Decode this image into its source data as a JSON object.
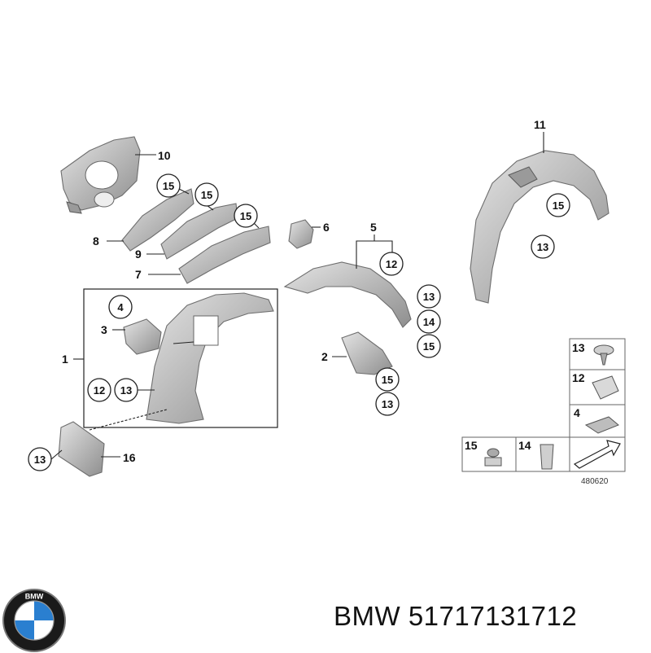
{
  "callouts": {
    "p1": "1",
    "p2": "2",
    "p3": "3",
    "p4": "4",
    "p5": "5",
    "p6": "6",
    "p7": "7",
    "p8": "8",
    "p9": "9",
    "p10": "10",
    "p11": "11",
    "p12a": "12",
    "p12b": "12",
    "p13a": "13",
    "p13b": "13",
    "p13c": "13",
    "p13d": "13",
    "p13e": "13",
    "p14": "14",
    "p15a": "15",
    "p15b": "15",
    "p15c": "15",
    "p15d": "15",
    "p15e": "15",
    "p16": "16"
  },
  "legend": {
    "k13": "13",
    "k12": "12",
    "k4": "4",
    "k15": "15",
    "k14": "14"
  },
  "diagram_code": "480620",
  "brand": {
    "logo_text": "BMW"
  },
  "caption": {
    "text": "BMW 51717131712"
  }
}
